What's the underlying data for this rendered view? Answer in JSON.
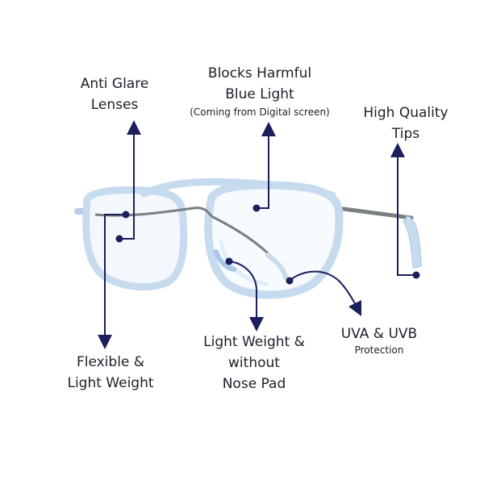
{
  "colors": {
    "pointer": "#1b1f5c",
    "frame_fill": "#dbe8f7",
    "frame_stroke": "#b7cde6",
    "temple": "#7a7f82",
    "temple_tip": "#c8dced",
    "text": "#1e1e2a"
  },
  "product": {
    "name": "eyeglasses",
    "image_kind": "aviator-style-blue-light-glasses"
  },
  "callouts": {
    "anti_glare": {
      "line1": "Anti Glare",
      "line2": "Lenses"
    },
    "blue_light": {
      "line1": "Blocks Harmful",
      "line2": "Blue Light",
      "note": "(Coming from Digital screen)"
    },
    "tips": {
      "line1": "High Quality",
      "line2": "Tips"
    },
    "flexible": {
      "line1": "Flexible &",
      "line2": "Light Weight"
    },
    "light_weight": {
      "line1": "Light Weight &",
      "line2": "without",
      "line3": "Nose Pad"
    },
    "uva": {
      "line1": "UVA & UVB",
      "note": "Protection"
    }
  }
}
